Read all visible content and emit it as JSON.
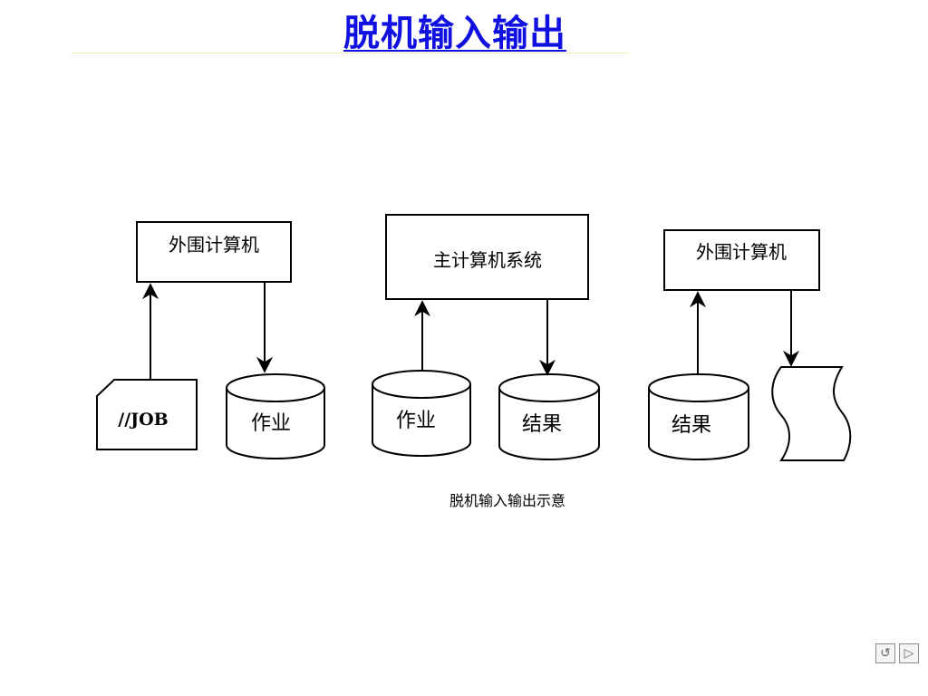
{
  "title": "脱机输入输出",
  "diagram": {
    "left_peripheral": "外围计算机",
    "main_system": "主计算机系统",
    "right_peripheral": "外围计算机",
    "job_card": "//JOB",
    "disk_job_1": "作业",
    "disk_job_2": "作业",
    "disk_result_1": "结果",
    "disk_result_2": "结果",
    "caption": "脱机输入输出示意"
  },
  "nav": {
    "return_icon": "return-icon",
    "next_icon": "next-icon"
  },
  "colors": {
    "title": "#1010e0",
    "title_rule": "#f3edb8"
  }
}
